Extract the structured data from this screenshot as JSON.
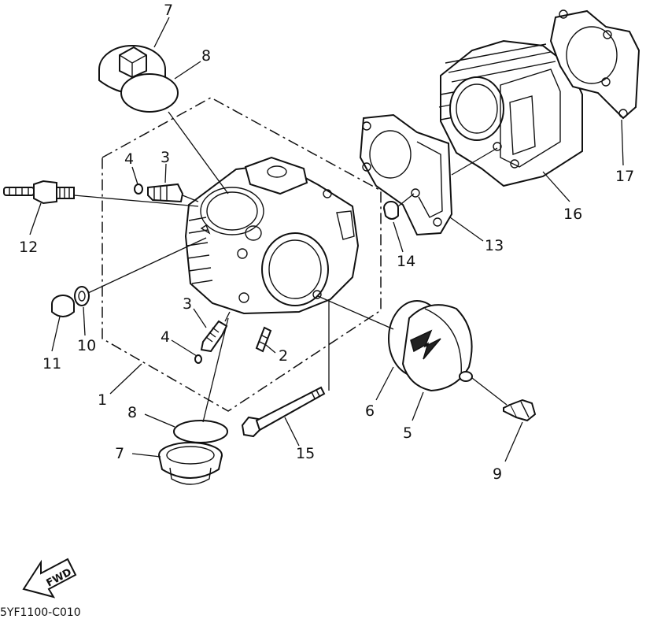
{
  "diagram": {
    "drawing_code": "5YF1100-C010",
    "direction_label": "FWD",
    "callouts": [
      {
        "id": "c7a",
        "label": "7"
      },
      {
        "id": "c8a",
        "label": "8"
      },
      {
        "id": "c4a",
        "label": "4"
      },
      {
        "id": "c3a",
        "label": "3"
      },
      {
        "id": "c12",
        "label": "12"
      },
      {
        "id": "c11",
        "label": "11"
      },
      {
        "id": "c10",
        "label": "10"
      },
      {
        "id": "c3b",
        "label": "3"
      },
      {
        "id": "c4b",
        "label": "4"
      },
      {
        "id": "c2",
        "label": "2"
      },
      {
        "id": "c1",
        "label": "1"
      },
      {
        "id": "c8b",
        "label": "8"
      },
      {
        "id": "c7b",
        "label": "7"
      },
      {
        "id": "c15",
        "label": "15"
      },
      {
        "id": "c14",
        "label": "14"
      },
      {
        "id": "c13",
        "label": "13"
      },
      {
        "id": "c16",
        "label": "16"
      },
      {
        "id": "c17",
        "label": "17"
      },
      {
        "id": "c6",
        "label": "6"
      },
      {
        "id": "c5",
        "label": "5"
      },
      {
        "id": "c9",
        "label": "9"
      }
    ]
  }
}
